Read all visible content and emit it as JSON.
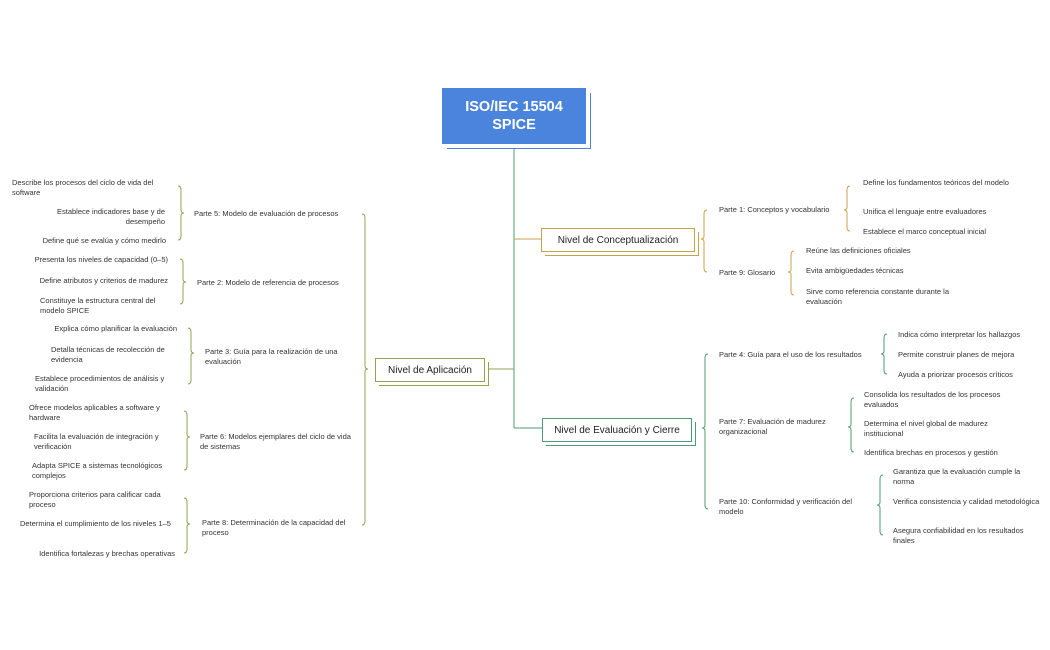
{
  "root": {
    "line1": "ISO/IEC 15504",
    "line2": "SPICE"
  },
  "branches": {
    "conceptualizacion": {
      "label": "Nivel de Conceptualización",
      "color": "#c9a24a",
      "parts": [
        {
          "label": "Parte 1: Conceptos y vocabulario",
          "items": [
            "Define los fundamentos teóricos del modelo",
            "Unifica el lenguaje entre evaluadores",
            "Establece el marco conceptual inicial"
          ]
        },
        {
          "label": "Parte 9: Glosario",
          "items": [
            "Reúne las definiciones oficiales",
            "Evita ambigüedades técnicas",
            "Sirve como referencia constante durante la evaluación"
          ]
        }
      ]
    },
    "aplicacion": {
      "label": "Nivel de Aplicación",
      "color": "#8ca54f",
      "parts": [
        {
          "label": "Parte 5: Modelo de evaluación de procesos",
          "items": [
            "Describe los procesos del ciclo de vida del software",
            "Establece indicadores base y de desempeño",
            "Define qué se evalúa y cómo medirlo"
          ]
        },
        {
          "label": "Parte 2: Modelo de referencia de procesos",
          "items": [
            "Presenta los niveles de capacidad (0–5)",
            "Define atributos y criterios de madurez",
            "Constituye la estructura central del modelo SPICE"
          ]
        },
        {
          "label": "Parte 3: Guía para la realización de una evaluación",
          "items": [
            "Explica cómo planificar la evaluación",
            "Detalla técnicas de recolección de evidencia",
            "Establece procedimientos de análisis y validación"
          ]
        },
        {
          "label": "Parte 6: Modelos ejemplares del ciclo de vida de sistemas",
          "items": [
            "Ofrece modelos aplicables a software y hardware",
            "Facilita la evaluación de integración y verificación",
            "Adapta SPICE a sistemas tecnológicos complejos"
          ]
        },
        {
          "label": "Parte 8: Determinación de la capacidad del proceso",
          "items": [
            "Proporciona criterios para calificar cada proceso",
            "Determina el cumplimiento de los niveles 1–5",
            "Identifica fortalezas y brechas operativas"
          ]
        }
      ]
    },
    "evaluacion": {
      "label": "Nivel de Evaluación y Cierre",
      "color": "#4c9d73",
      "parts": [
        {
          "label": "Parte 4: Guía para el uso de los resultados",
          "items": [
            "Indica cómo interpretar los hallazgos",
            "Permite construir planes de mejora",
            "Ayuda a priorizar procesos críticos"
          ]
        },
        {
          "label": "Parte 7: Evaluación de madurez organizacional",
          "items": [
            "Consolida los resultados de los procesos evaluados",
            "Determina el nivel global de madurez institucional",
            "Identifica brechas en procesos y gestión"
          ]
        },
        {
          "label": "Parte 10: Conformidad y verificación del modelo",
          "items": [
            "Garantiza que la evaluación cumple la norma",
            "Verifica consistencia y calidad metodológica",
            "Asegura confiabilidad en los resultados finales"
          ]
        }
      ]
    }
  }
}
